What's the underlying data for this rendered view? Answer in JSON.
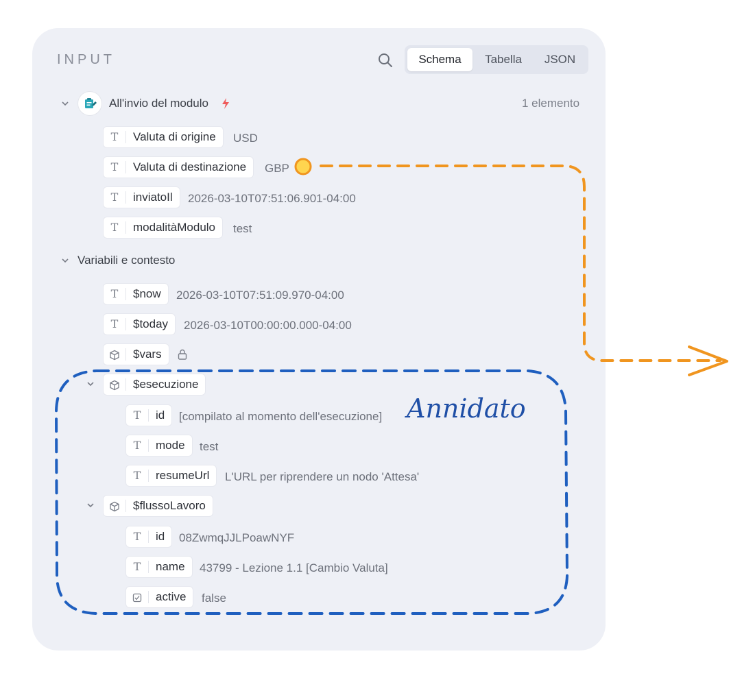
{
  "panel": {
    "title": "INPUT",
    "tabs": [
      {
        "label": "Schema",
        "active": true
      },
      {
        "label": "Tabella",
        "active": false
      },
      {
        "label": "JSON",
        "active": false
      }
    ]
  },
  "trigger": {
    "name": "All'invio del modulo",
    "count": "1 elemento",
    "fields": [
      {
        "type": "T",
        "label": "Valuta di origine",
        "value": "USD"
      },
      {
        "type": "T",
        "label": "Valuta di destinazione",
        "value": "GBP"
      },
      {
        "type": "T",
        "label": "inviatoIl",
        "value": "2026-03-10T07:51:06.901-04:00"
      },
      {
        "type": "T",
        "label": "modalitàModulo",
        "value": "test"
      }
    ]
  },
  "context": {
    "title": "Variabili e contesto",
    "fields": [
      {
        "type": "T",
        "label": "$now",
        "value": "2026-03-10T07:51:09.970-04:00"
      },
      {
        "type": "T",
        "label": "$today",
        "value": "2026-03-10T00:00:00.000-04:00"
      },
      {
        "type": "cube",
        "label": "$vars",
        "value": ""
      }
    ],
    "execution": {
      "label": "$esecuzione",
      "fields": [
        {
          "type": "T",
          "label": "id",
          "value": "[compilato al momento dell'esecuzione]"
        },
        {
          "type": "T",
          "label": "mode",
          "value": "test"
        },
        {
          "type": "T",
          "label": "resumeUrl",
          "value": "L'URL per riprendere un nodo 'Attesa'"
        }
      ]
    },
    "workflow": {
      "label": "$flussoLavoro",
      "fields": [
        {
          "type": "T",
          "label": "id",
          "value": "08ZwmqJJLPoawNYF"
        },
        {
          "type": "T",
          "label": "name",
          "value": "43799 - Lezione 1.1 [Cambio Valuta]"
        },
        {
          "type": "check",
          "label": "active",
          "value": "false"
        }
      ]
    }
  },
  "annotation": {
    "text": "Annidato"
  },
  "colors": {
    "orange": "#f0951f",
    "blue": "#1f5fbf",
    "lightning": "#ef5b5b"
  }
}
